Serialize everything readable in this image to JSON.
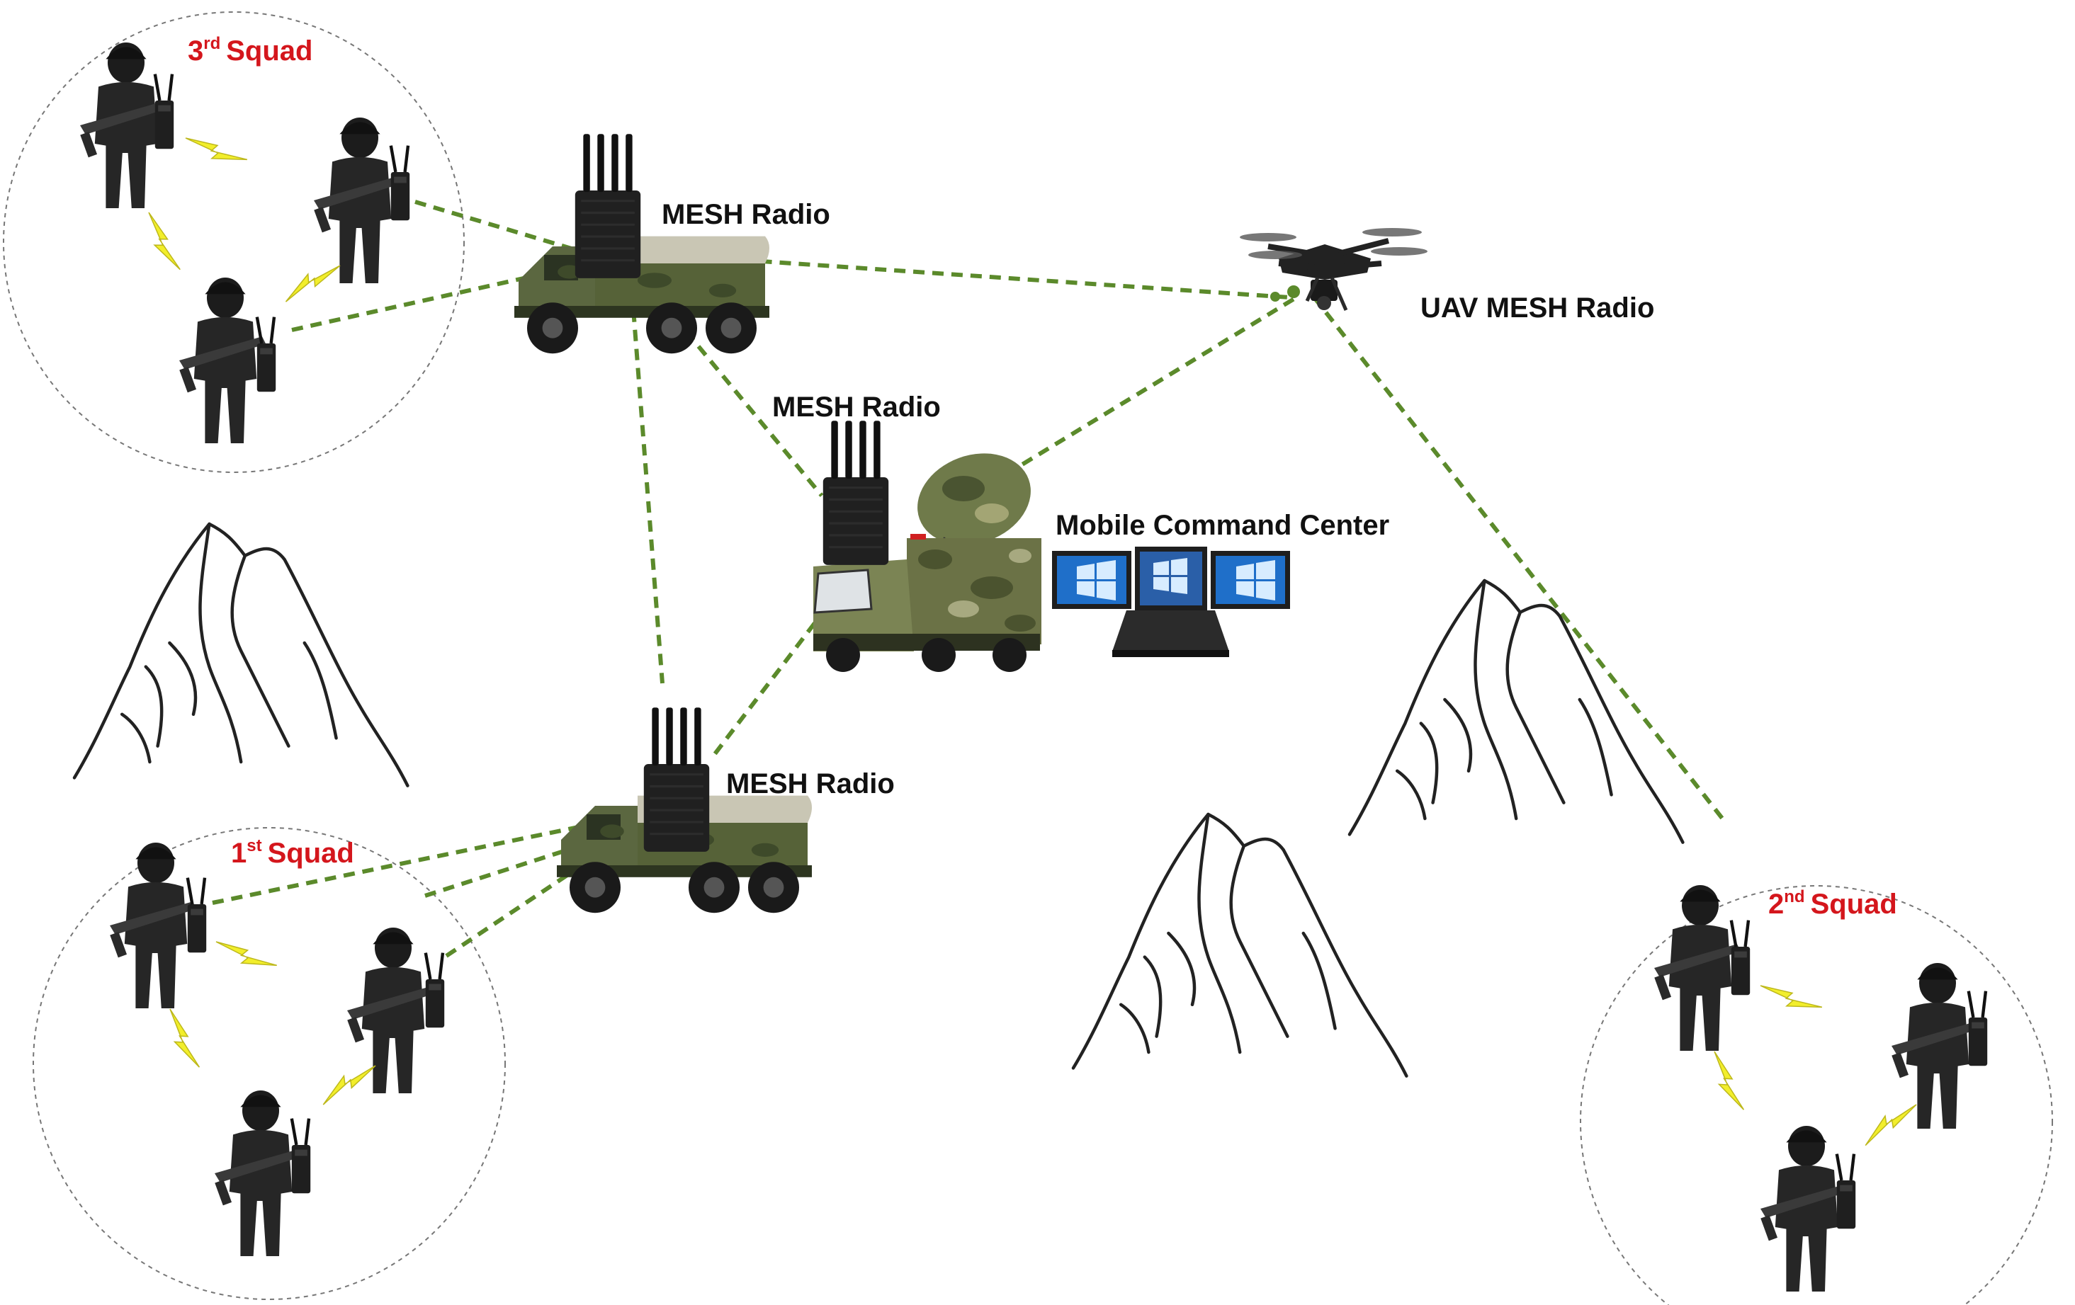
{
  "labels": {
    "mesh_radio_top": "MESH Radio",
    "mesh_radio_center": "MESH Radio",
    "mesh_radio_bottom": "MESH Radio",
    "uav_mesh_radio": "UAV MESH Radio",
    "mobile_command_center": "Mobile Command Center"
  },
  "squads": {
    "third": {
      "ordinal": "3",
      "suffix": "rd",
      "word": "Squad"
    },
    "first": {
      "ordinal": "1",
      "suffix": "st",
      "word": "Squad"
    },
    "second": {
      "ordinal": "2",
      "suffix": "nd",
      "word": "Squad"
    }
  },
  "colors": {
    "link": "#5b8a2b",
    "squad_label": "#d4161c",
    "bolt": "#f2ee2b",
    "camo_dark": "#4f5a36",
    "camo_light": "#8c9266"
  },
  "icons": [
    "soldier-icon",
    "portable-radio-icon",
    "mesh-radio-icon",
    "military-truck-icon",
    "uav-drone-icon",
    "command-vehicle-icon",
    "satellite-dish-icon",
    "laptop-icon",
    "mountain-icon",
    "lightning-bolt-icon"
  ]
}
